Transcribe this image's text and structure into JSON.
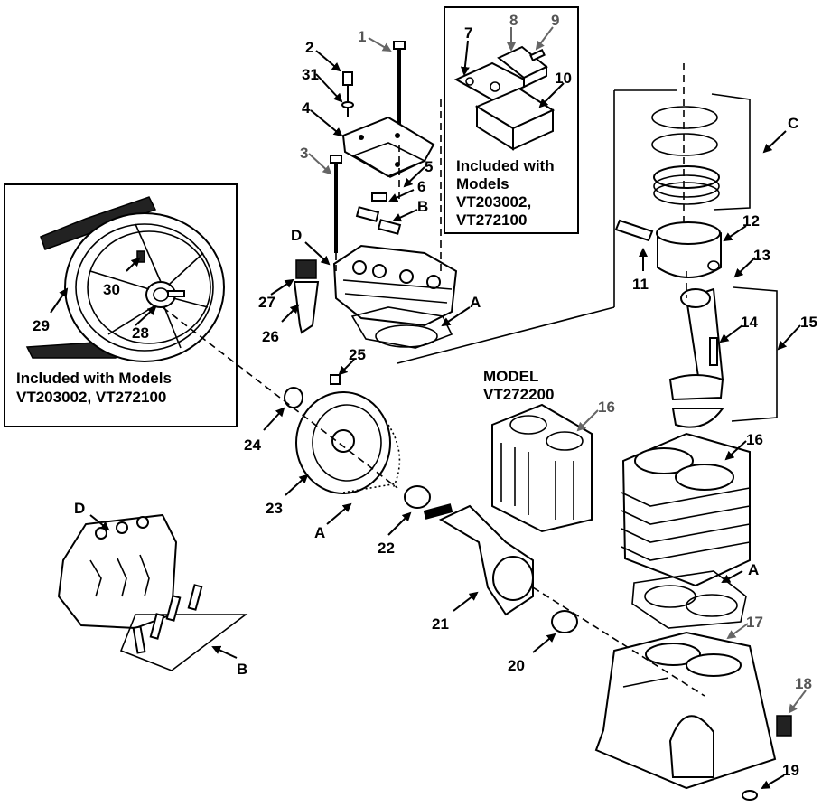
{
  "callouts": [
    "1",
    "2",
    "3",
    "4",
    "5",
    "6",
    "7",
    "8",
    "9",
    "10",
    "11",
    "12",
    "13",
    "14",
    "15",
    "16",
    "17",
    "18",
    "19",
    "20",
    "21",
    "22",
    "23",
    "24",
    "25",
    "26",
    "27",
    "28",
    "29",
    "30",
    "31",
    "A",
    "B",
    "C",
    "D"
  ],
  "boxes": {
    "valve_box": {
      "lines": [
        "Included with",
        "Models",
        "VT203002,",
        "VT272100"
      ]
    },
    "pulley_box": {
      "lines": [
        "Included with Models",
        "VT203002, VT272100"
      ]
    }
  },
  "model_label": {
    "lines": [
      "MODEL",
      "VT272200"
    ]
  }
}
